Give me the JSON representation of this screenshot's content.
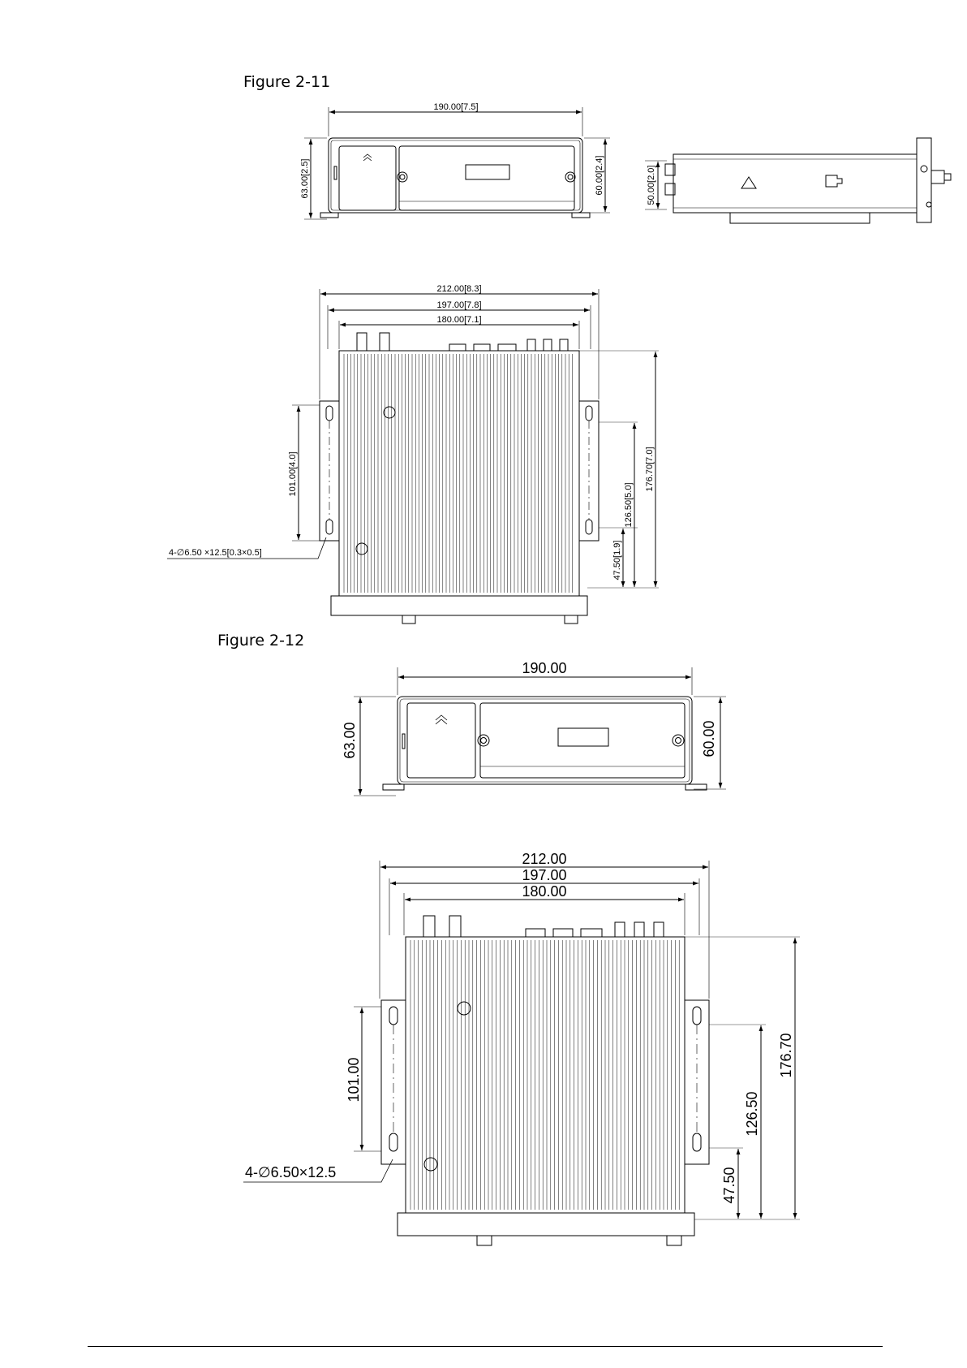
{
  "figures": [
    {
      "caption": "Figure 2-11",
      "front_view": {
        "width_label": "190.00[7.5]",
        "left_height_label": "63.00[2.5]",
        "right_height_label": "60.00[2.4]"
      },
      "side_view": {
        "height_label": "50.00[2.0]"
      },
      "top_view": {
        "width_labels": [
          "212.00[8.3]",
          "197.00[7.8]",
          "180.00[7.1]"
        ],
        "left_height_label": "101.00[4.0]",
        "right_height_labels": [
          "176.70[7.0]",
          "126.50[5.0]",
          "47.50[1.9]"
        ],
        "hole_label": "4-∅6.50 ×12.5[0.3×0.5]"
      }
    },
    {
      "caption": "Figure 2-12",
      "front_view": {
        "width_label": "190.00",
        "left_height_label": "63.00",
        "right_height_label": "60.00"
      },
      "top_view": {
        "width_labels": [
          "212.00",
          "197.00",
          "180.00"
        ],
        "left_height_label": "101.00",
        "right_height_labels": [
          "176.70",
          "126.50",
          "47.50"
        ],
        "hole_label": "4-∅6.50×12.5"
      }
    }
  ]
}
